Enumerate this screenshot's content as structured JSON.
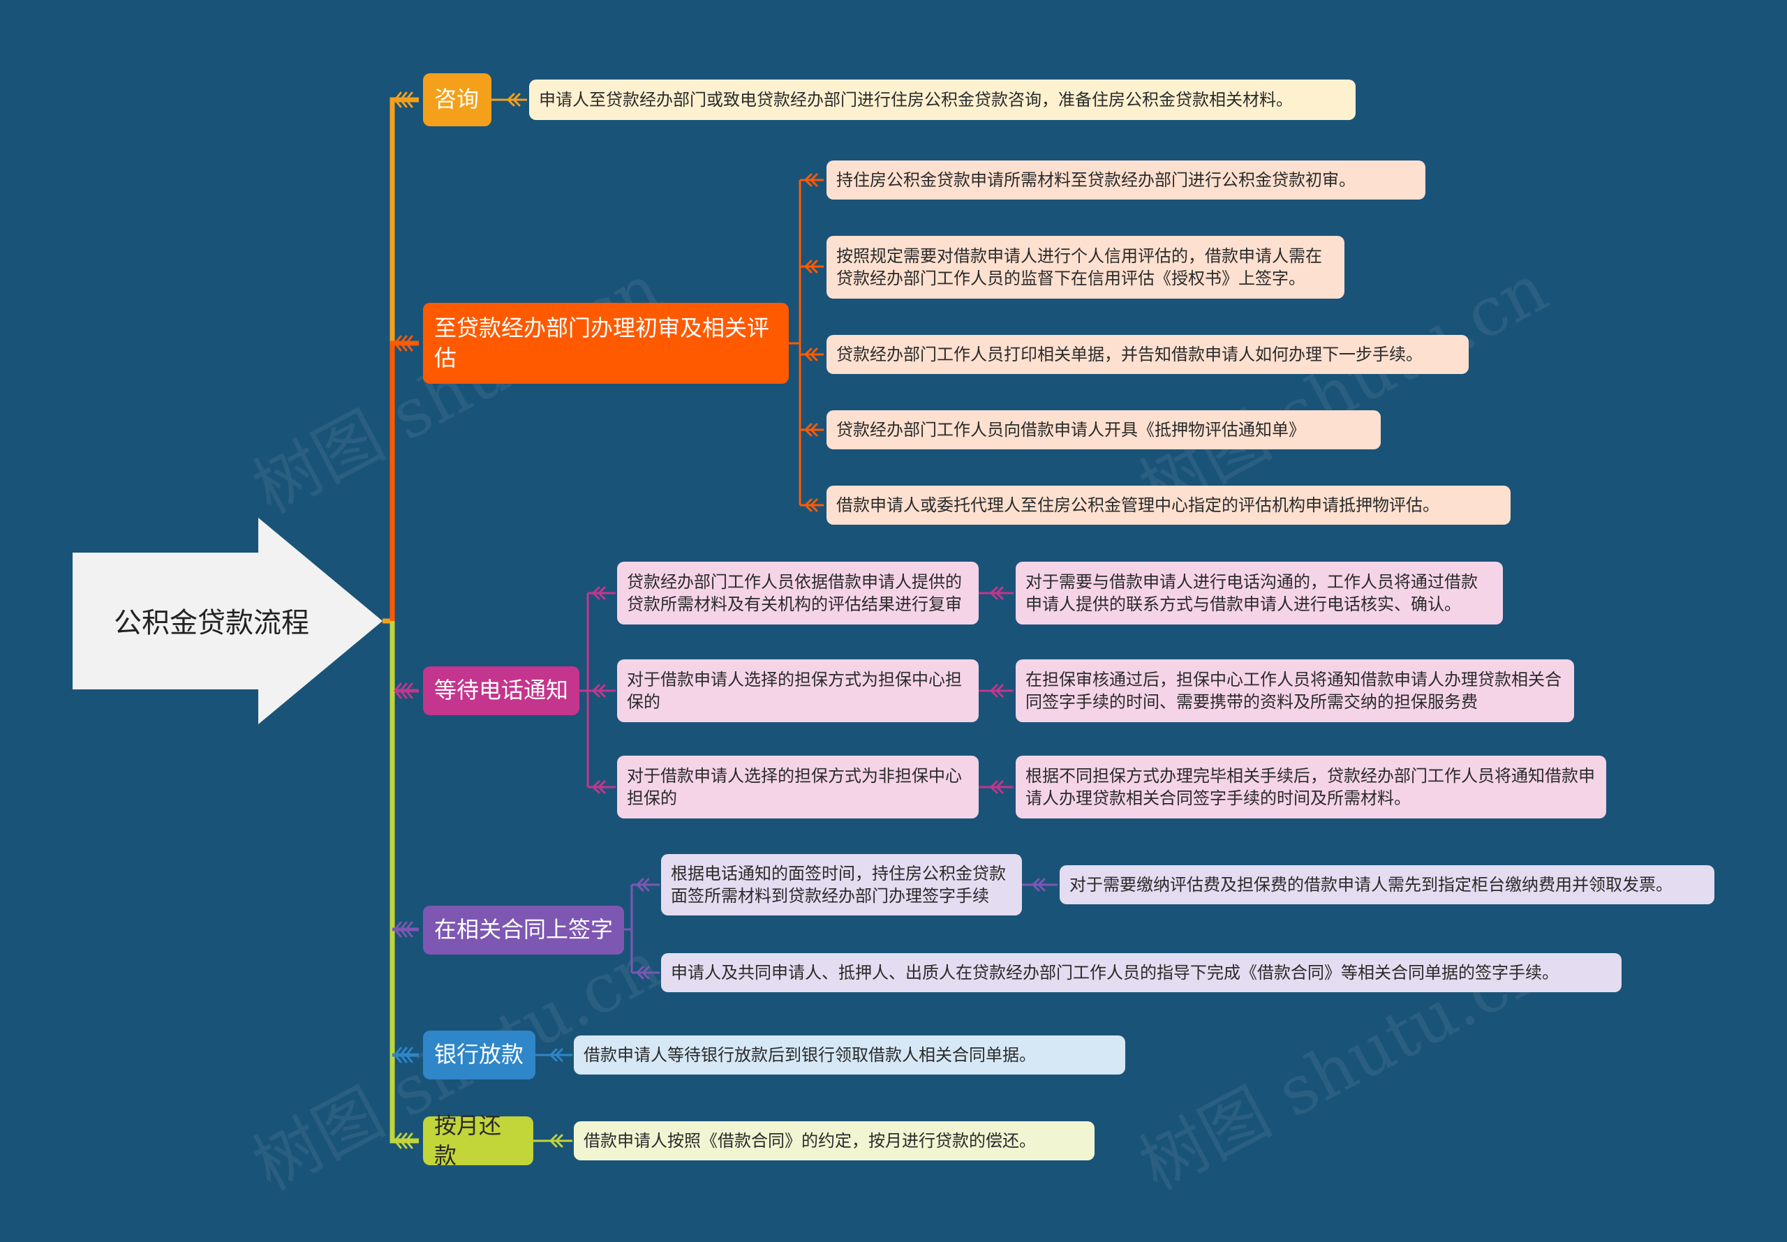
{
  "root": {
    "label": "公积金贷款流程"
  },
  "watermark": "树图 shutu.cn",
  "colors": {
    "background": "#1a5378",
    "consult": "#f5a01a",
    "review": "#ff5a00",
    "phone": "#c4358d",
    "sign": "#7e57b3",
    "loan": "#2f86c8",
    "repay": "#c2d539"
  },
  "branches": [
    {
      "label": "咨询"
    },
    {
      "label": "至贷款经办部门办理初审及相关评估"
    },
    {
      "label": "等待电话通知"
    },
    {
      "label": "在相关合同上签字"
    },
    {
      "label": "银行放款"
    },
    {
      "label": "按月还款"
    }
  ],
  "leaves": {
    "consult": "申请人至贷款经办部门或致电贷款经办部门进行住房公积金贷款咨询，准备住房公积金贷款相关材料。",
    "review": [
      "持住房公积金贷款申请所需材料至贷款经办部门进行公积金贷款初审。",
      "按照规定需要对借款申请人进行个人信用评估的，借款申请人需在贷款经办部门工作人员的监督下在信用评估《授权书》上签字。",
      "贷款经办部门工作人员打印相关单据，并告知借款申请人如何办理下一步手续。",
      "贷款经办部门工作人员向借款申请人开具《抵押物评估通知单》",
      "借款申请人或委托代理人至住房公积金管理中心指定的评估机构申请抵押物评估。"
    ],
    "phone": [
      {
        "text": "贷款经办部门工作人员依据借款申请人提供的贷款所需材料及有关机构的评估结果进行复审",
        "child": "对于需要与借款申请人进行电话沟通的，工作人员将通过借款申请人提供的联系方式与借款申请人进行电话核实、确认。"
      },
      {
        "text": "对于借款申请人选择的担保方式为担保中心担保的",
        "child": "在担保审核通过后，担保中心工作人员将通知借款申请人办理贷款相关合同签字手续的时间、需要携带的资料及所需交纳的担保服务费"
      },
      {
        "text": "对于借款申请人选择的担保方式为非担保中心担保的",
        "child": "根据不同担保方式办理完毕相关手续后，贷款经办部门工作人员将通知借款申请人办理贷款相关合同签字手续的时间及所需材料。"
      }
    ],
    "sign": [
      {
        "text": "根据电话通知的面签时间，持住房公积金贷款面签所需材料到贷款经办部门办理签字手续",
        "child": "对于需要缴纳评估费及担保费的借款申请人需先到指定柜台缴纳费用并领取发票。"
      },
      {
        "text": "申请人及共同申请人、抵押人、出质人在贷款经办部门工作人员的指导下完成《借款合同》等相关合同单据的签字手续。"
      }
    ],
    "loan": "借款申请人等待银行放款后到银行领取借款人相关合同单据。",
    "repay": "借款申请人按照《借款合同》的约定，按月进行贷款的偿还。"
  }
}
